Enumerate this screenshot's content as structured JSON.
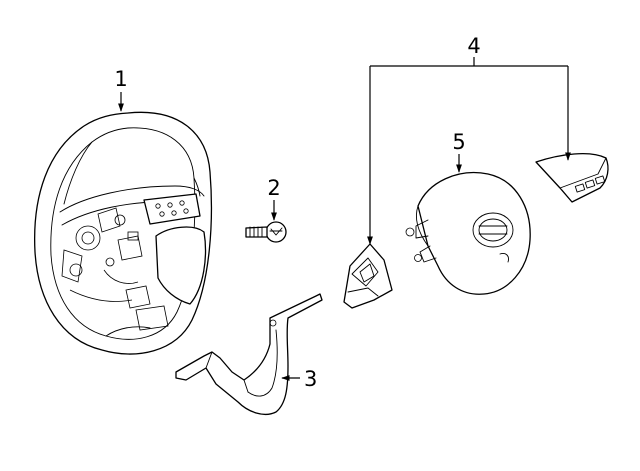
{
  "callouts": [
    {
      "id": "1",
      "label": "1"
    },
    {
      "id": "2",
      "label": "2"
    },
    {
      "id": "3",
      "label": "3"
    },
    {
      "id": "4",
      "label": "4"
    },
    {
      "id": "5",
      "label": "5"
    }
  ],
  "parts": [
    {
      "callout": "1",
      "depicts": "steering-wheel"
    },
    {
      "callout": "2",
      "depicts": "bolt"
    },
    {
      "callout": "3",
      "depicts": "lower-cover"
    },
    {
      "callout": "4",
      "depicts": "switch-assemblies"
    },
    {
      "callout": "5",
      "depicts": "airbag-module"
    }
  ],
  "colors": {
    "line": "#000000",
    "background": "#ffffff"
  }
}
